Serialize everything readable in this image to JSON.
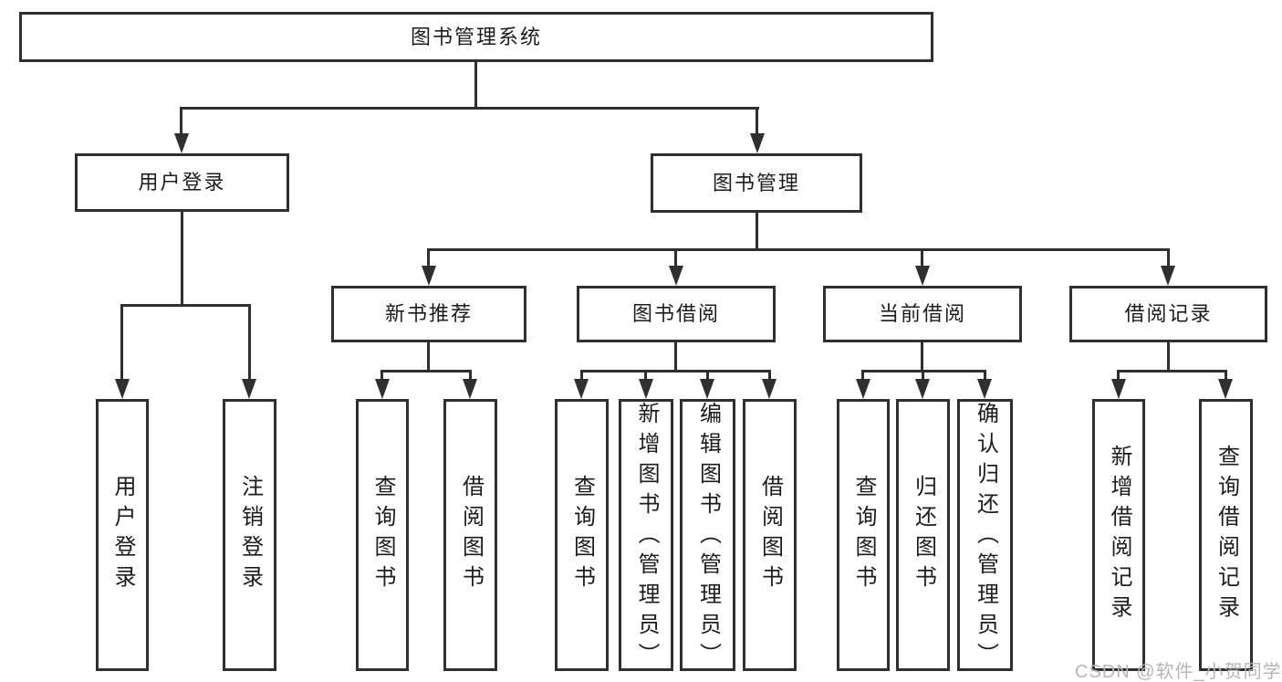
{
  "diagram": {
    "title_node": "图书管理系统",
    "root": {
      "label": "图书管理系统"
    },
    "branches": [
      {
        "label": "用户登录",
        "children": [
          {
            "label": "用户登录"
          },
          {
            "label": "注销登录"
          }
        ]
      },
      {
        "label": "图书管理",
        "children": [
          {
            "label": "新书推荐",
            "children": [
              {
                "label": "查询图书"
              },
              {
                "label": "借阅图书"
              }
            ]
          },
          {
            "label": "图书借阅",
            "children": [
              {
                "label": "查询图书"
              },
              {
                "label": "新增图书（管理员）"
              },
              {
                "label": "编辑图书（管理员）"
              },
              {
                "label": "借阅图书"
              }
            ]
          },
          {
            "label": "当前借阅",
            "children": [
              {
                "label": "查询图书"
              },
              {
                "label": "归还图书"
              },
              {
                "label": "确认归还（管理员）"
              }
            ]
          },
          {
            "label": "借阅记录",
            "children": [
              {
                "label": "新增借阅记录"
              },
              {
                "label": "查询借阅记录"
              }
            ]
          }
        ]
      }
    ]
  },
  "watermark": {
    "text": "CSDN @软件_小贺同学",
    "color": "#b4b6b9"
  },
  "colors": {
    "line": "#2f2f2f",
    "box_border": "#2f2f2f",
    "text": "#1c1c1c",
    "background": "#ffffff"
  }
}
